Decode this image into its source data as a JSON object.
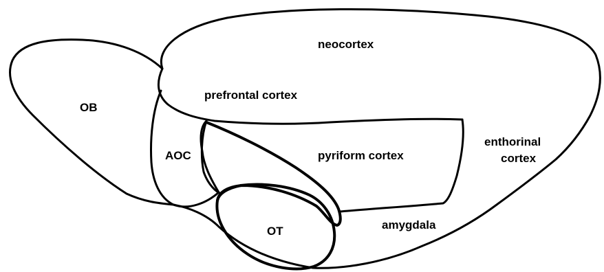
{
  "regions": {
    "neocortex": "neocortex",
    "prefrontal_cortex": "prefrontal cortex",
    "ob": "OB",
    "aoc": "AOC",
    "pyriform_cortex": "pyriform cortex",
    "enthorinal_line1": "enthorinal",
    "enthorinal_line2": "cortex",
    "ot": "OT",
    "amygdala": "amygdala"
  },
  "colors": {
    "stroke": "#000000",
    "background": "#ffffff"
  }
}
